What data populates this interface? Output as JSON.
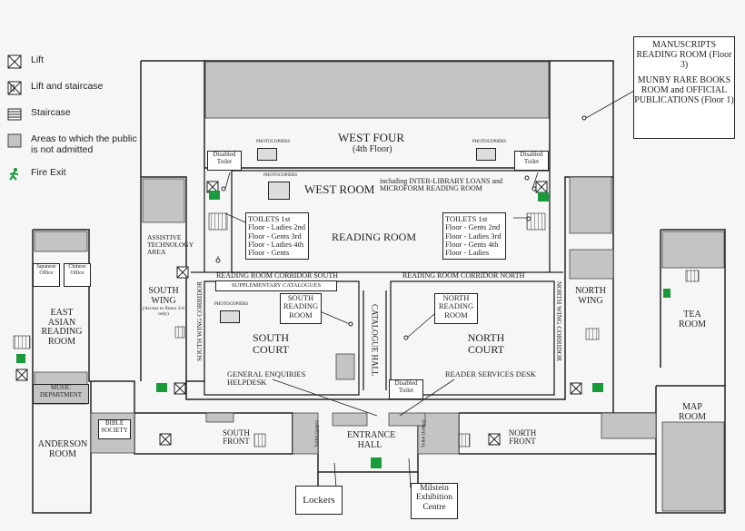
{
  "legend": {
    "lift": "Lift",
    "lift_stair": "Lift and staircase",
    "staircase": "Staircase",
    "restricted": "Areas to which the public is not admitted",
    "fire_exit": "Fire Exit"
  },
  "colors": {
    "restricted": "#c4c4c4",
    "fire_exit": "#1a9a3a",
    "wall": "#222222"
  },
  "labels": {
    "manuscripts": "MANUSCRIPTS READING ROOM (Floor 3)",
    "munby": "MUNBY RARE BOOKS ROOM and OFFICIAL PUBLICATIONS (Floor 1)",
    "west_four": "WEST FOUR",
    "west_four_floor": "(4th Floor)",
    "west_room": "WEST ROOM",
    "west_room_note": "including INTER-LIBRARY LOANS and MICROFORM READING ROOM",
    "reading_room": "READING ROOM",
    "disabled_toilet": "Disabled Toilet",
    "photocopiers": "PHOTOCOPIERS",
    "toilets_ladies": "TOILETS 1st Floor - Ladies 2nd Floor - Gents 3rd Floor - Ladies 4th Floor - Gents",
    "toilets_gents": "TOILETS 1st Floor - Gents 2nd Floor - Ladies 3rd Floor - Gents 4th Floor - Ladies",
    "assistive": "ASSISTIVE TECHNOLOGY AREA",
    "rr_corridor_south": "READING ROOM CORRIDOR SOUTH",
    "rr_corridor_north": "READING ROOM CORRIDOR NORTH",
    "supp_catalogues": "SUPPLEMENTARY CATALOGUES",
    "south_wing": "SOUTH WING",
    "south_wing_note": "(Access to floors 3-6 only)",
    "south_wing_corridor": "SOUTH WING CORRIDOR",
    "north_wing_corridor": "NORTH WING CORRIDOR",
    "south_reading_room": "SOUTH READING ROOM",
    "north_reading_room": "NORTH READING ROOM",
    "catalogue_hall": "CATALOGUE HALL",
    "south_court": "SOUTH COURT",
    "north_court": "NORTH COURT",
    "north_wing": "NORTH WING",
    "tea_room": "TEA ROOM",
    "map_room": "MAP ROOM",
    "general_enquiries": "GENERAL ENQUIRIES HELPDESK",
    "reader_services": "READER SERVICES DESK",
    "east_asian": "EAST ASIAN READING ROOM",
    "japanese_office": "Japanese Office",
    "chinese_office": "Chinese Office",
    "music_dept": "MUSIC DEPARTMENT",
    "anderson": "ANDERSON ROOM",
    "bible_society": "BIBLE SOCIETY",
    "south_front": "SOUTH FRONT",
    "north_front": "NORTH FRONT",
    "entrance_hall": "ENTRANCE HALL",
    "toilet_gents": "Toilet (gents)",
    "toilet_ladies": "Toilet (ladies)",
    "lockers": "Lockers",
    "milstein": "Milstein Exhibition Centre"
  }
}
